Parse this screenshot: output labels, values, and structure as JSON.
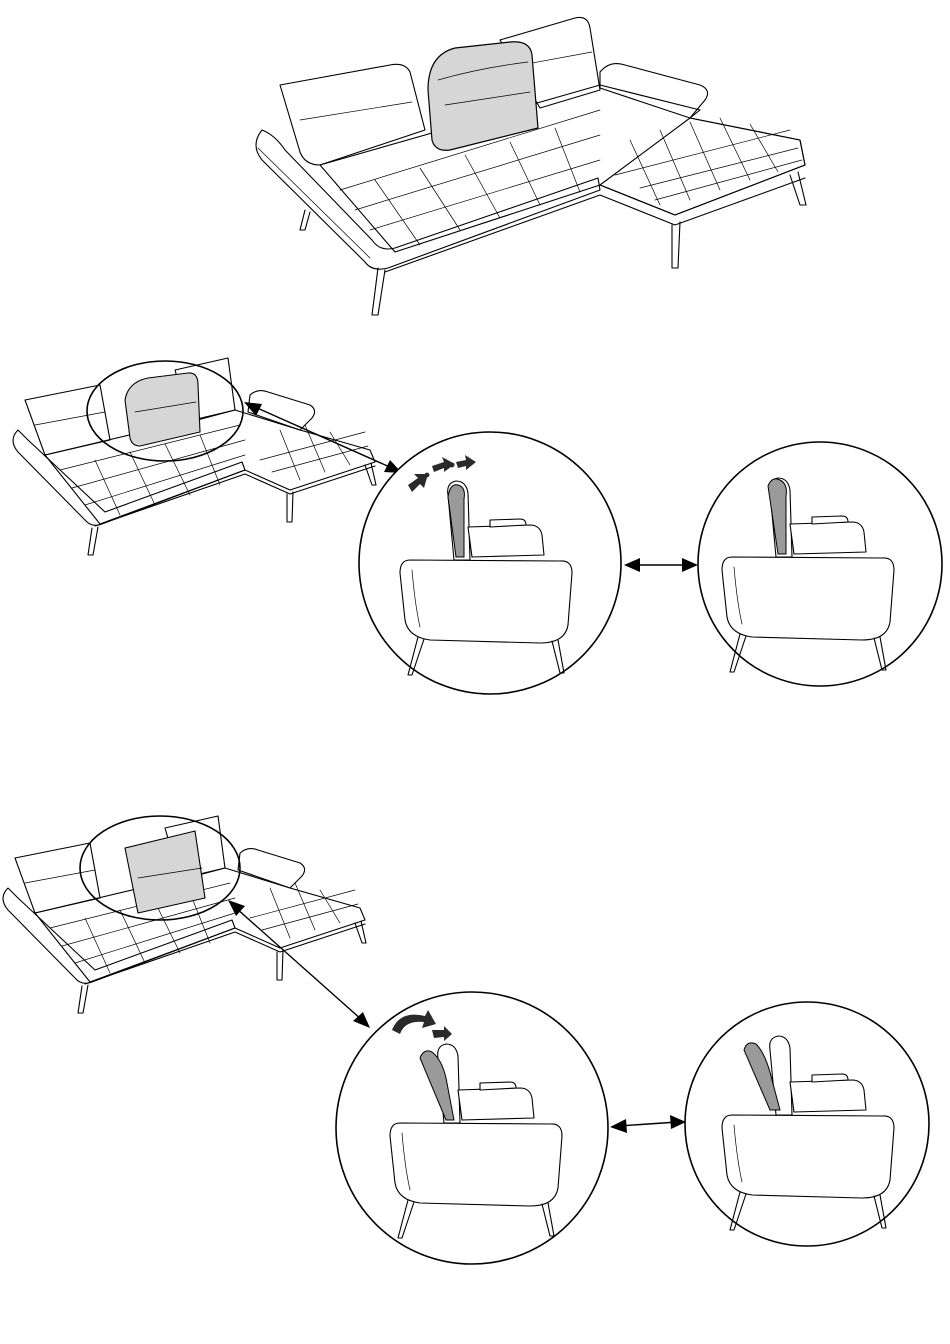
{
  "colors": {
    "line": "#000000",
    "highlight_cushion": "#d6d6d6",
    "headrest_fill": "#9a9a9a",
    "arrow_fill": "#2a2a2a",
    "background": "#ffffff"
  },
  "panels": [
    {
      "id": "overview",
      "shows": "corner-sofa-with-highlighted-back-cushion"
    },
    {
      "id": "step-slide",
      "motion": "slide-forward",
      "icon": "forward-arrows-icon"
    },
    {
      "id": "step-tilt",
      "motion": "tilt-back",
      "icon": "curved-arrows-icon"
    }
  ]
}
